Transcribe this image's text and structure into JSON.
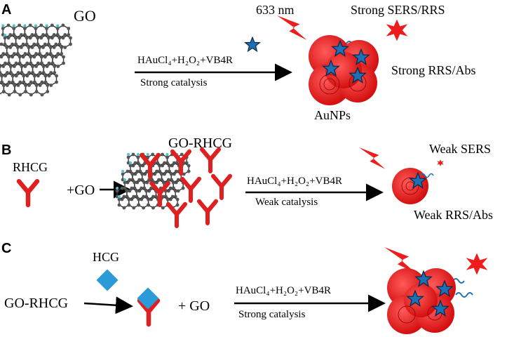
{
  "panels": {
    "a": {
      "letter": "A",
      "go_label": "GO",
      "wavelength": "633 nm",
      "signal_top": "Strong SERS/RRS",
      "signal_side": "Strong RRS/Abs",
      "particle_label": "AuNPs",
      "reaction": "HAuCl₄+H₂O₂+VB4R",
      "catalysis": "Strong catalysis"
    },
    "b": {
      "letter": "B",
      "antibody_label": "RHCG",
      "plus_go": "+GO",
      "complex_label": "GO-RHCG",
      "reaction": "HAuCl₄+H₂O₂+VB4R",
      "catalysis": "Weak catalysis",
      "signal_top": "Weak SERS",
      "signal_bottom": "Weak RRS/Abs"
    },
    "c": {
      "letter": "C",
      "antigen_label": "HCG",
      "complex_label": "GO-RHCG",
      "plus_go": "+ GO",
      "reaction": "HAuCl₄+H₂O₂+VB4R",
      "catalysis": "Strong catalysis"
    }
  },
  "colors": {
    "antibody": "#e02020",
    "particle": "#ee1c1c",
    "star": "#1f6fb5",
    "antigen": "#2a9ad8",
    "graphene_atom": "#555555",
    "graphene_edge": "#4fc3c8",
    "laser": "#ee1c1c"
  }
}
